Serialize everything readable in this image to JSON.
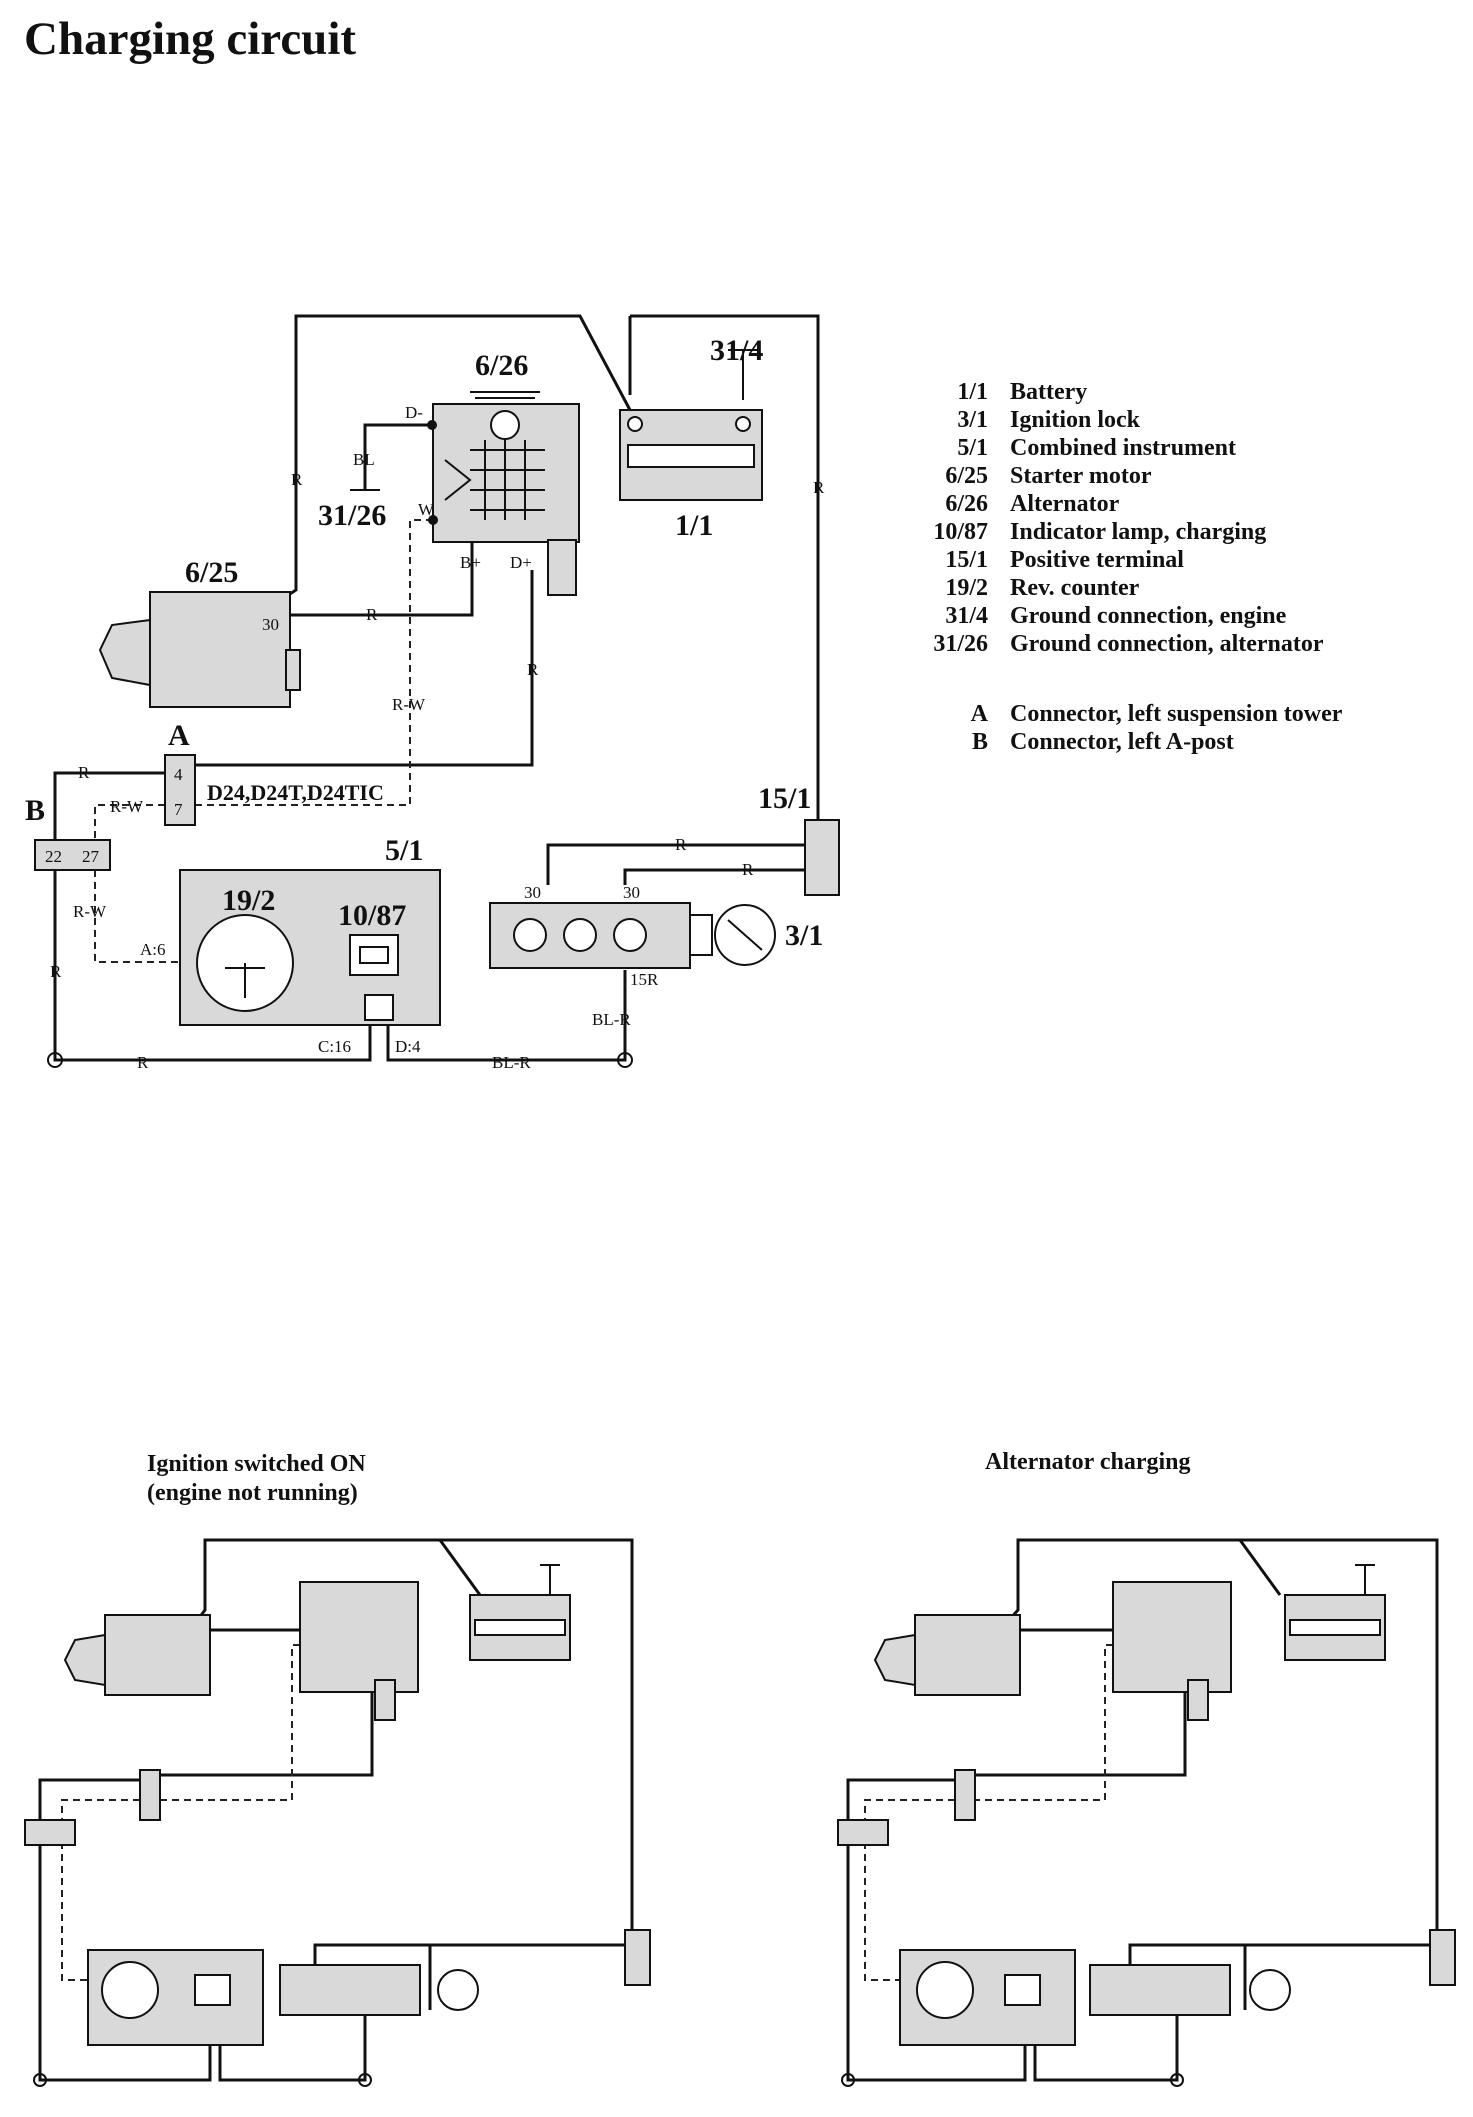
{
  "title": "Charging circuit",
  "legend": [
    {
      "code": "1/1",
      "desc": "Battery"
    },
    {
      "code": "3/1",
      "desc": "Ignition lock"
    },
    {
      "code": "5/1",
      "desc": "Combined instrument"
    },
    {
      "code": "6/25",
      "desc": "Starter motor"
    },
    {
      "code": "6/26",
      "desc": "Alternator"
    },
    {
      "code": "10/87",
      "desc": "Indicator lamp, charging"
    },
    {
      "code": "15/1",
      "desc": "Positive terminal"
    },
    {
      "code": "19/2",
      "desc": "Rev. counter"
    },
    {
      "code": "31/4",
      "desc": "Ground connection, engine"
    },
    {
      "code": "31/26",
      "desc": "Ground connection, alternator"
    }
  ],
  "connectors": [
    {
      "code": "A",
      "desc": "Connector, left suspension tower"
    },
    {
      "code": "B",
      "desc": "Connector, left A-post"
    }
  ],
  "components": {
    "alternator": "6/26",
    "battery": "1/1",
    "engine_ground": "31/4",
    "alt_ground": "31/26",
    "starter": "6/25",
    "connector_a": "A",
    "connector_b": "B",
    "positive_terminal": "15/1",
    "instrument": "5/1",
    "rev_counter": "19/2",
    "indicator_lamp": "10/87",
    "ignition_lock": "3/1"
  },
  "terminals": {
    "d_minus": "D-",
    "w": "W",
    "b_plus": "B+",
    "d_plus": "D+",
    "t30": "30",
    "ign30a": "30",
    "ign30b": "30",
    "ign15r": "15R",
    "a_pin4": "4",
    "a_pin7": "7",
    "b_pin22": "22",
    "b_pin27": "27",
    "a6": "A:6",
    "c16": "C:16",
    "d4": "D:4"
  },
  "wires": {
    "r_top_left": "R",
    "r_battery": "R",
    "r_starter": "R",
    "r_dplus": "R",
    "rw_vert": "R-W",
    "bl": "BL",
    "r_a": "R",
    "rw_b": "R-W",
    "rw_b2": "R-W",
    "r_b": "R",
    "r_bottom": "R",
    "blr_bottom": "BL-R",
    "blr_vert": "BL-R",
    "r_ign1": "R",
    "r_ign2": "R"
  },
  "engine_variants": "D24,D24T,D24TIC",
  "subdiagrams": {
    "left_title_1": "Ignition switched ON",
    "left_title_2": "(engine not running)",
    "right_title": "Alternator charging"
  }
}
